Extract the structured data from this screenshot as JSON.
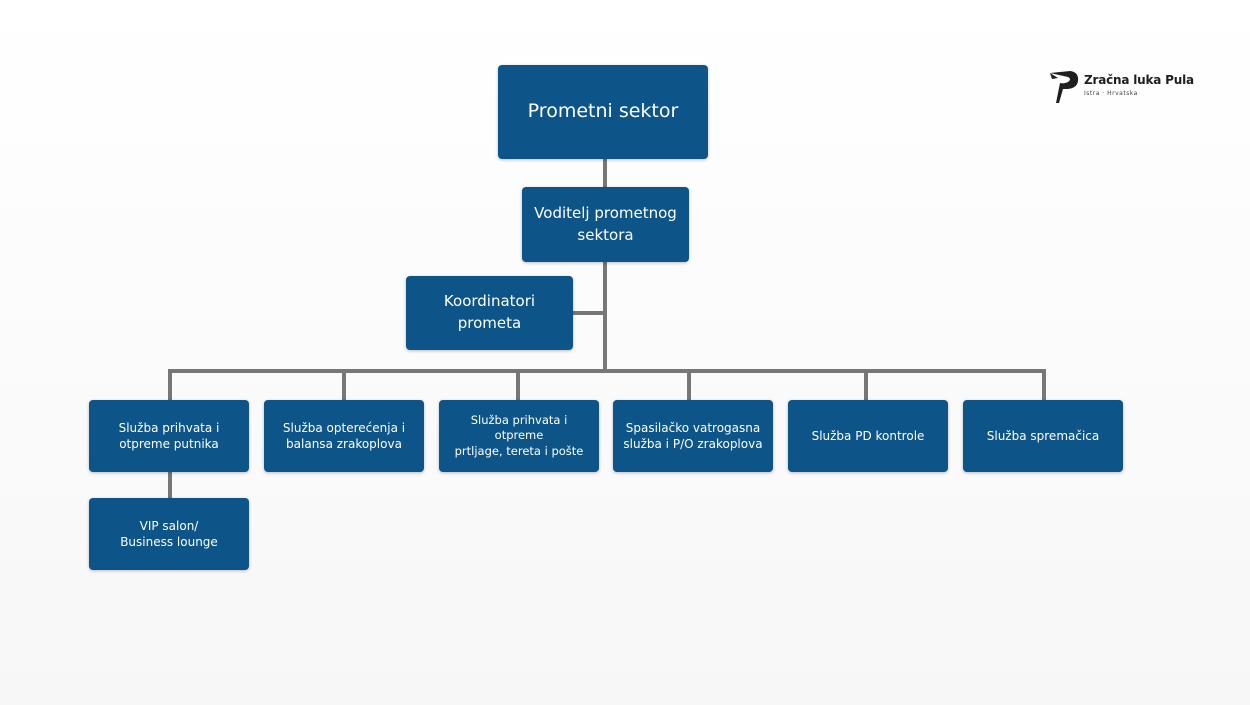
{
  "logo": {
    "name": "Zračna luka Pula",
    "tagline": "Istra · Hrvatska"
  },
  "org": {
    "top": "Prometni sektor",
    "manager": "Voditelj prometnog\nsektora",
    "coordinators": "Koordinatori\nprometa",
    "departments": [
      "Služba prihvata i\notpreme putnika",
      "Služba opterećenja i\nbalansa zrakoplova",
      "Služba prihvata i otpreme\nprtljage, tereta i pošte",
      "Spasilačko vatrogasna\nslužba i P/O zrakoplova",
      "Služba PD kontrole",
      "Služba spremačica"
    ],
    "sub_unit": "VIP salon/\nBusiness lounge"
  },
  "colors": {
    "box": "#0d5489",
    "box_text": "#ffffff",
    "connector": "#777777",
    "background": "#ffffff"
  }
}
